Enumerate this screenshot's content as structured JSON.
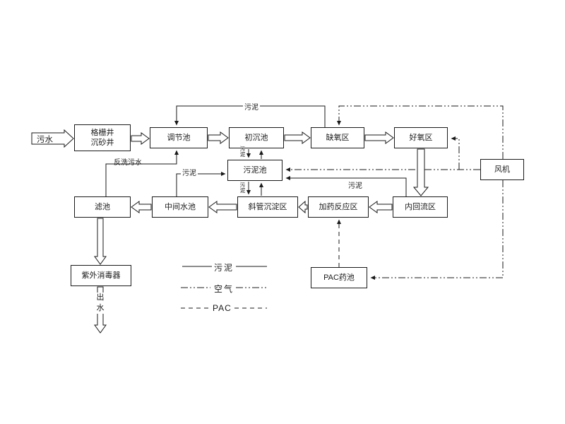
{
  "diagram": {
    "nodes": {
      "inflow": {
        "label": "污水"
      },
      "grit_well": {
        "line1": "格栅井",
        "line2": "沉砂井"
      },
      "regulating_tank": {
        "label": "调节池"
      },
      "primary_sedimentation": {
        "label": "初沉池"
      },
      "anoxic_zone": {
        "label": "缺氧区"
      },
      "aerobic_zone": {
        "label": "好氧区"
      },
      "blower": {
        "label": "风机"
      },
      "sludge_tank": {
        "label": "污泥池"
      },
      "internal_reflux_zone": {
        "label": "内回流区"
      },
      "dosing_reaction_zone": {
        "label": "加药反应区"
      },
      "inclined_tube_settling_zone": {
        "label": "斜管沉淀区"
      },
      "intermediate_tank": {
        "label": "中间水池"
      },
      "filter_tank": {
        "label": "滤池"
      },
      "uv_disinfector": {
        "label": "紫外消毒器"
      },
      "pac_tank": {
        "label": "PAC药池"
      },
      "outflow": {
        "label": "出水"
      }
    },
    "edge_labels": {
      "sludge_top": "污泥",
      "backwash": "反洗污水",
      "sludge_mid": "污泥",
      "sludge_right": "污泥",
      "sludge_small_upper": "污泥",
      "sludge_small_lower": "污泥"
    },
    "legend": {
      "sludge": "污泥",
      "air": "空气",
      "pac": "PAC"
    },
    "colors": {
      "line": "#1a1a1a",
      "background": "#ffffff"
    }
  }
}
